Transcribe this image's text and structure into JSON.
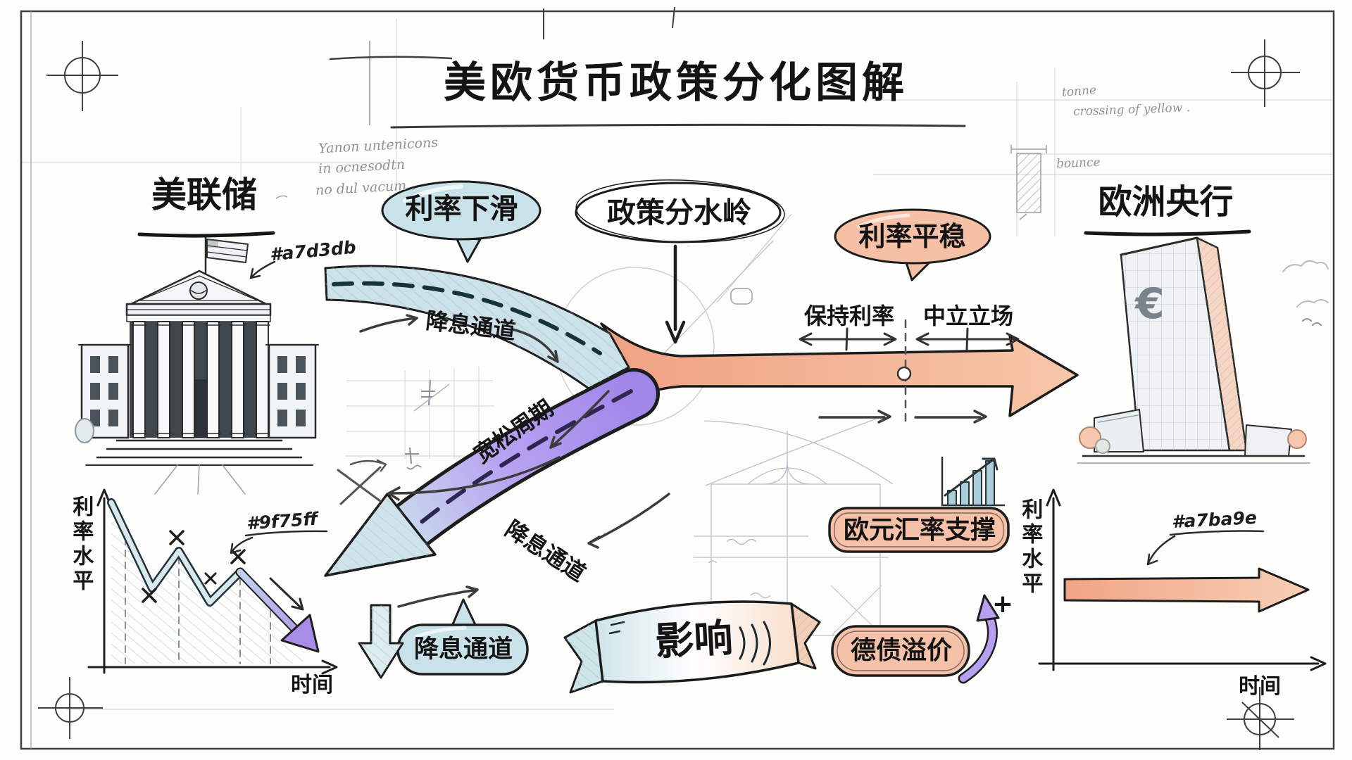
{
  "title": {
    "text": "美欧货币政策分化图解"
  },
  "fed": {
    "label": "美联储",
    "color_note": "#a7d3db",
    "notes": [
      "Yanon untenicons",
      "in ocnesodtn",
      "no dul vacum ."
    ],
    "chart": {
      "y_axis": "利率水平",
      "x_axis": "时间",
      "color_note": "#9f75ff",
      "trend": "zigzag-decline-with-purple-arrow"
    }
  },
  "ecb": {
    "label": "欧洲央行",
    "euro_sign": "€",
    "notes": [
      "tonne",
      "crossing of yellow .",
      "bounce"
    ],
    "chart": {
      "y_axis": "利率水平",
      "x_axis": "时间",
      "color_note": "#a7ba9e",
      "trend": "flat-arrow"
    }
  },
  "flow": {
    "divider": "政策分水岭",
    "fed_bubble": "利率下滑",
    "ecb_bubble": "利率平稳",
    "keep_rate": "保持利率",
    "neutral_stance": "中立立场",
    "rate_cut_channel_upper": "降息通道",
    "easing_cycle": "宽松周期",
    "rate_cut_channel_lower": "降息通道"
  },
  "outcomes": {
    "rate_cut_bubble": "降息通道",
    "impact_banner": "影响",
    "euro_support": "欧元汇率支撑",
    "bund_premium": "德债溢价",
    "plus_sign": "+"
  },
  "colors": {
    "fed_band_blue": "#a7d3db",
    "easing_purple": "#9f75ff",
    "ecb_salmon": "#f2ae8e",
    "outline": "#1c1c1c"
  }
}
